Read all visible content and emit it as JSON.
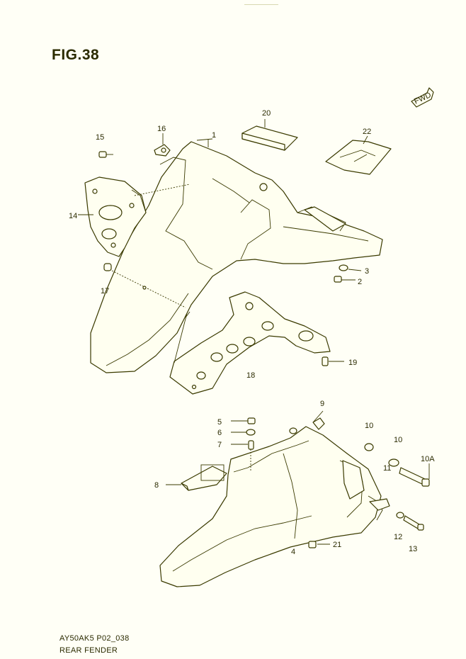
{
  "title": "FIG.38",
  "footer": {
    "code": "AY50AK5 P02_038",
    "name": "REAR FENDER"
  },
  "direction_mark": "FWD",
  "callouts": {
    "c1": "1",
    "c2": "2",
    "c3": "3",
    "c4": "4",
    "c5": "5",
    "c6": "6",
    "c7": "7",
    "c8": "8",
    "c9": "9",
    "c10a": "10",
    "c10b": "10",
    "c10A": "10A",
    "c11": "11",
    "c12": "12",
    "c13": "13",
    "c14": "14",
    "c15": "15",
    "c16": "16",
    "c17": "17",
    "c18": "18",
    "c19": "19",
    "c20": "20",
    "c21": "21",
    "c22": "22"
  },
  "colors": {
    "ink": "#3a3a00",
    "paper": "#fffff6"
  }
}
